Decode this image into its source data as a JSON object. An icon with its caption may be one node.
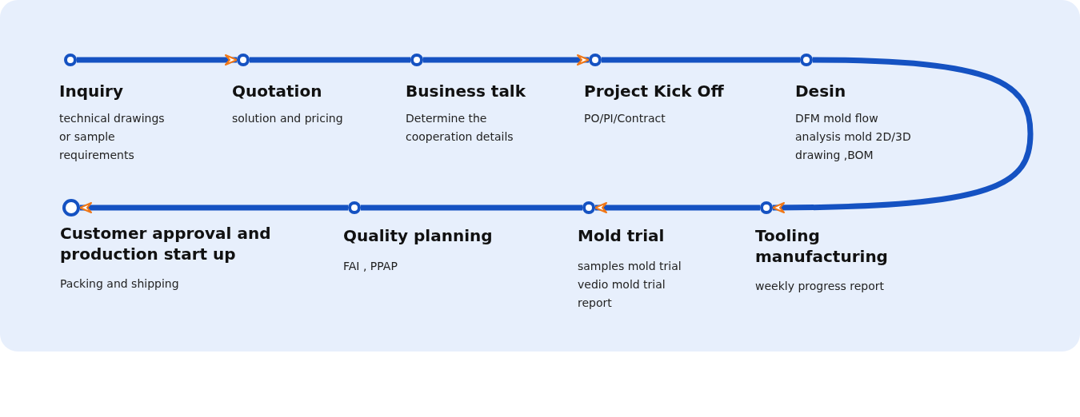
{
  "diagram": {
    "nodes": [
      {
        "text": [
          "Inquiry",
          "technical drawings or sample requirements"
        ]
      },
      {
        "text": [
          "Quotation",
          "solution and pricing"
        ]
      },
      {
        "text": [
          "Business talk",
          "Determine the cooperation details"
        ]
      },
      {
        "text": [
          "Project Kick Off",
          "PO/PI/Contract"
        ]
      },
      {
        "text": [
          "Desin",
          "DFM mold flow analysis mold 2D/3D drawing ,BOM"
        ]
      },
      {
        "text": [
          "Tooling manufacturing",
          "weekly progress report"
        ]
      },
      {
        "text": [
          "Mold trial",
          "samples mold trial vedio mold trial report"
        ]
      },
      {
        "text": [
          "Quality planning",
          "FAI , PPAP"
        ]
      },
      {
        "text": [
          "Customer approval and production start up",
          "Packing and shipping"
        ]
      }
    ],
    "edges": [
      {
        "from": 0,
        "to": 1,
        "arrow": "to"
      },
      {
        "from": 1,
        "to": 2,
        "arrow": "none"
      },
      {
        "from": 2,
        "to": 3,
        "arrow": "to"
      },
      {
        "from": 3,
        "to": 4,
        "arrow": "none"
      },
      {
        "from": 4,
        "to": 5,
        "arrow": "to"
      },
      {
        "from": 5,
        "to": 6,
        "arrow": "to"
      },
      {
        "from": 6,
        "to": 7,
        "arrow": "none"
      },
      {
        "from": 7,
        "to": 8,
        "arrow": "to"
      }
    ]
  }
}
